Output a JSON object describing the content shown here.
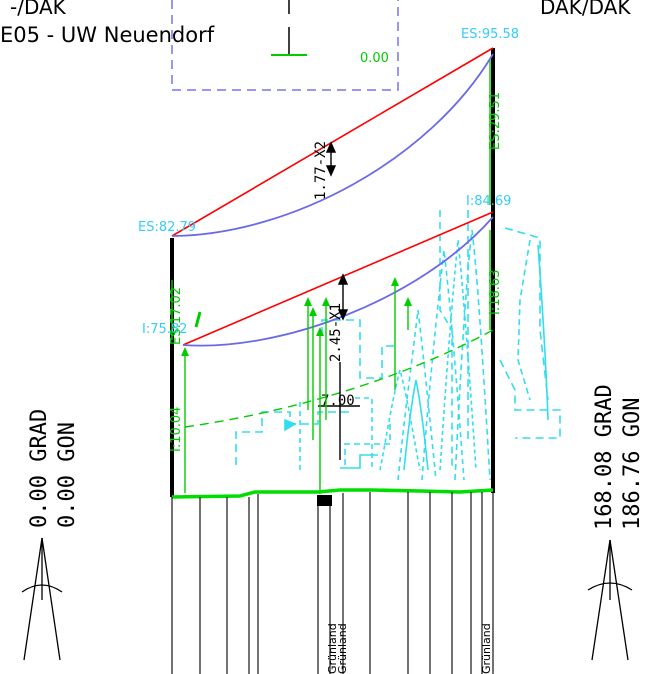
{
  "header": {
    "left_dak": "-/DAK",
    "right_dak": "DAK/DAK",
    "station_title": "E05 - UW Neuendorf",
    "box_value": "0.00"
  },
  "labels": {
    "es_right_top": "ES:95.58",
    "es_left_top": "ES:82.79",
    "es_right_len": "ES:29.51",
    "i_right_top": "I:84.69",
    "i_right_len": "I:18.63",
    "i_left": "I:75.82",
    "es_left_len": "ES:17.02",
    "i_left_len": "I:10.04",
    "sag_upper": "1.77-X2",
    "sag_lower": "2.45-X1",
    "clearance": "7.00",
    "underline_1": "Grünland",
    "underline_2": "Grünland",
    "underline_3": "Grünland"
  },
  "angles": {
    "left_grad": "0.00 GRAD",
    "left_gon": "0.00 GON",
    "right_grad": "168.08 GRAD",
    "right_gon": "186.76 GON"
  },
  "colors": {
    "conductor_red": "#ff0000",
    "conductor_blue": "#6a6ae6",
    "dim_green": "#00cc00",
    "label_cyan": "#33ccff",
    "terrain_green": "#00dd00",
    "box_blue": "#7777ee"
  }
}
